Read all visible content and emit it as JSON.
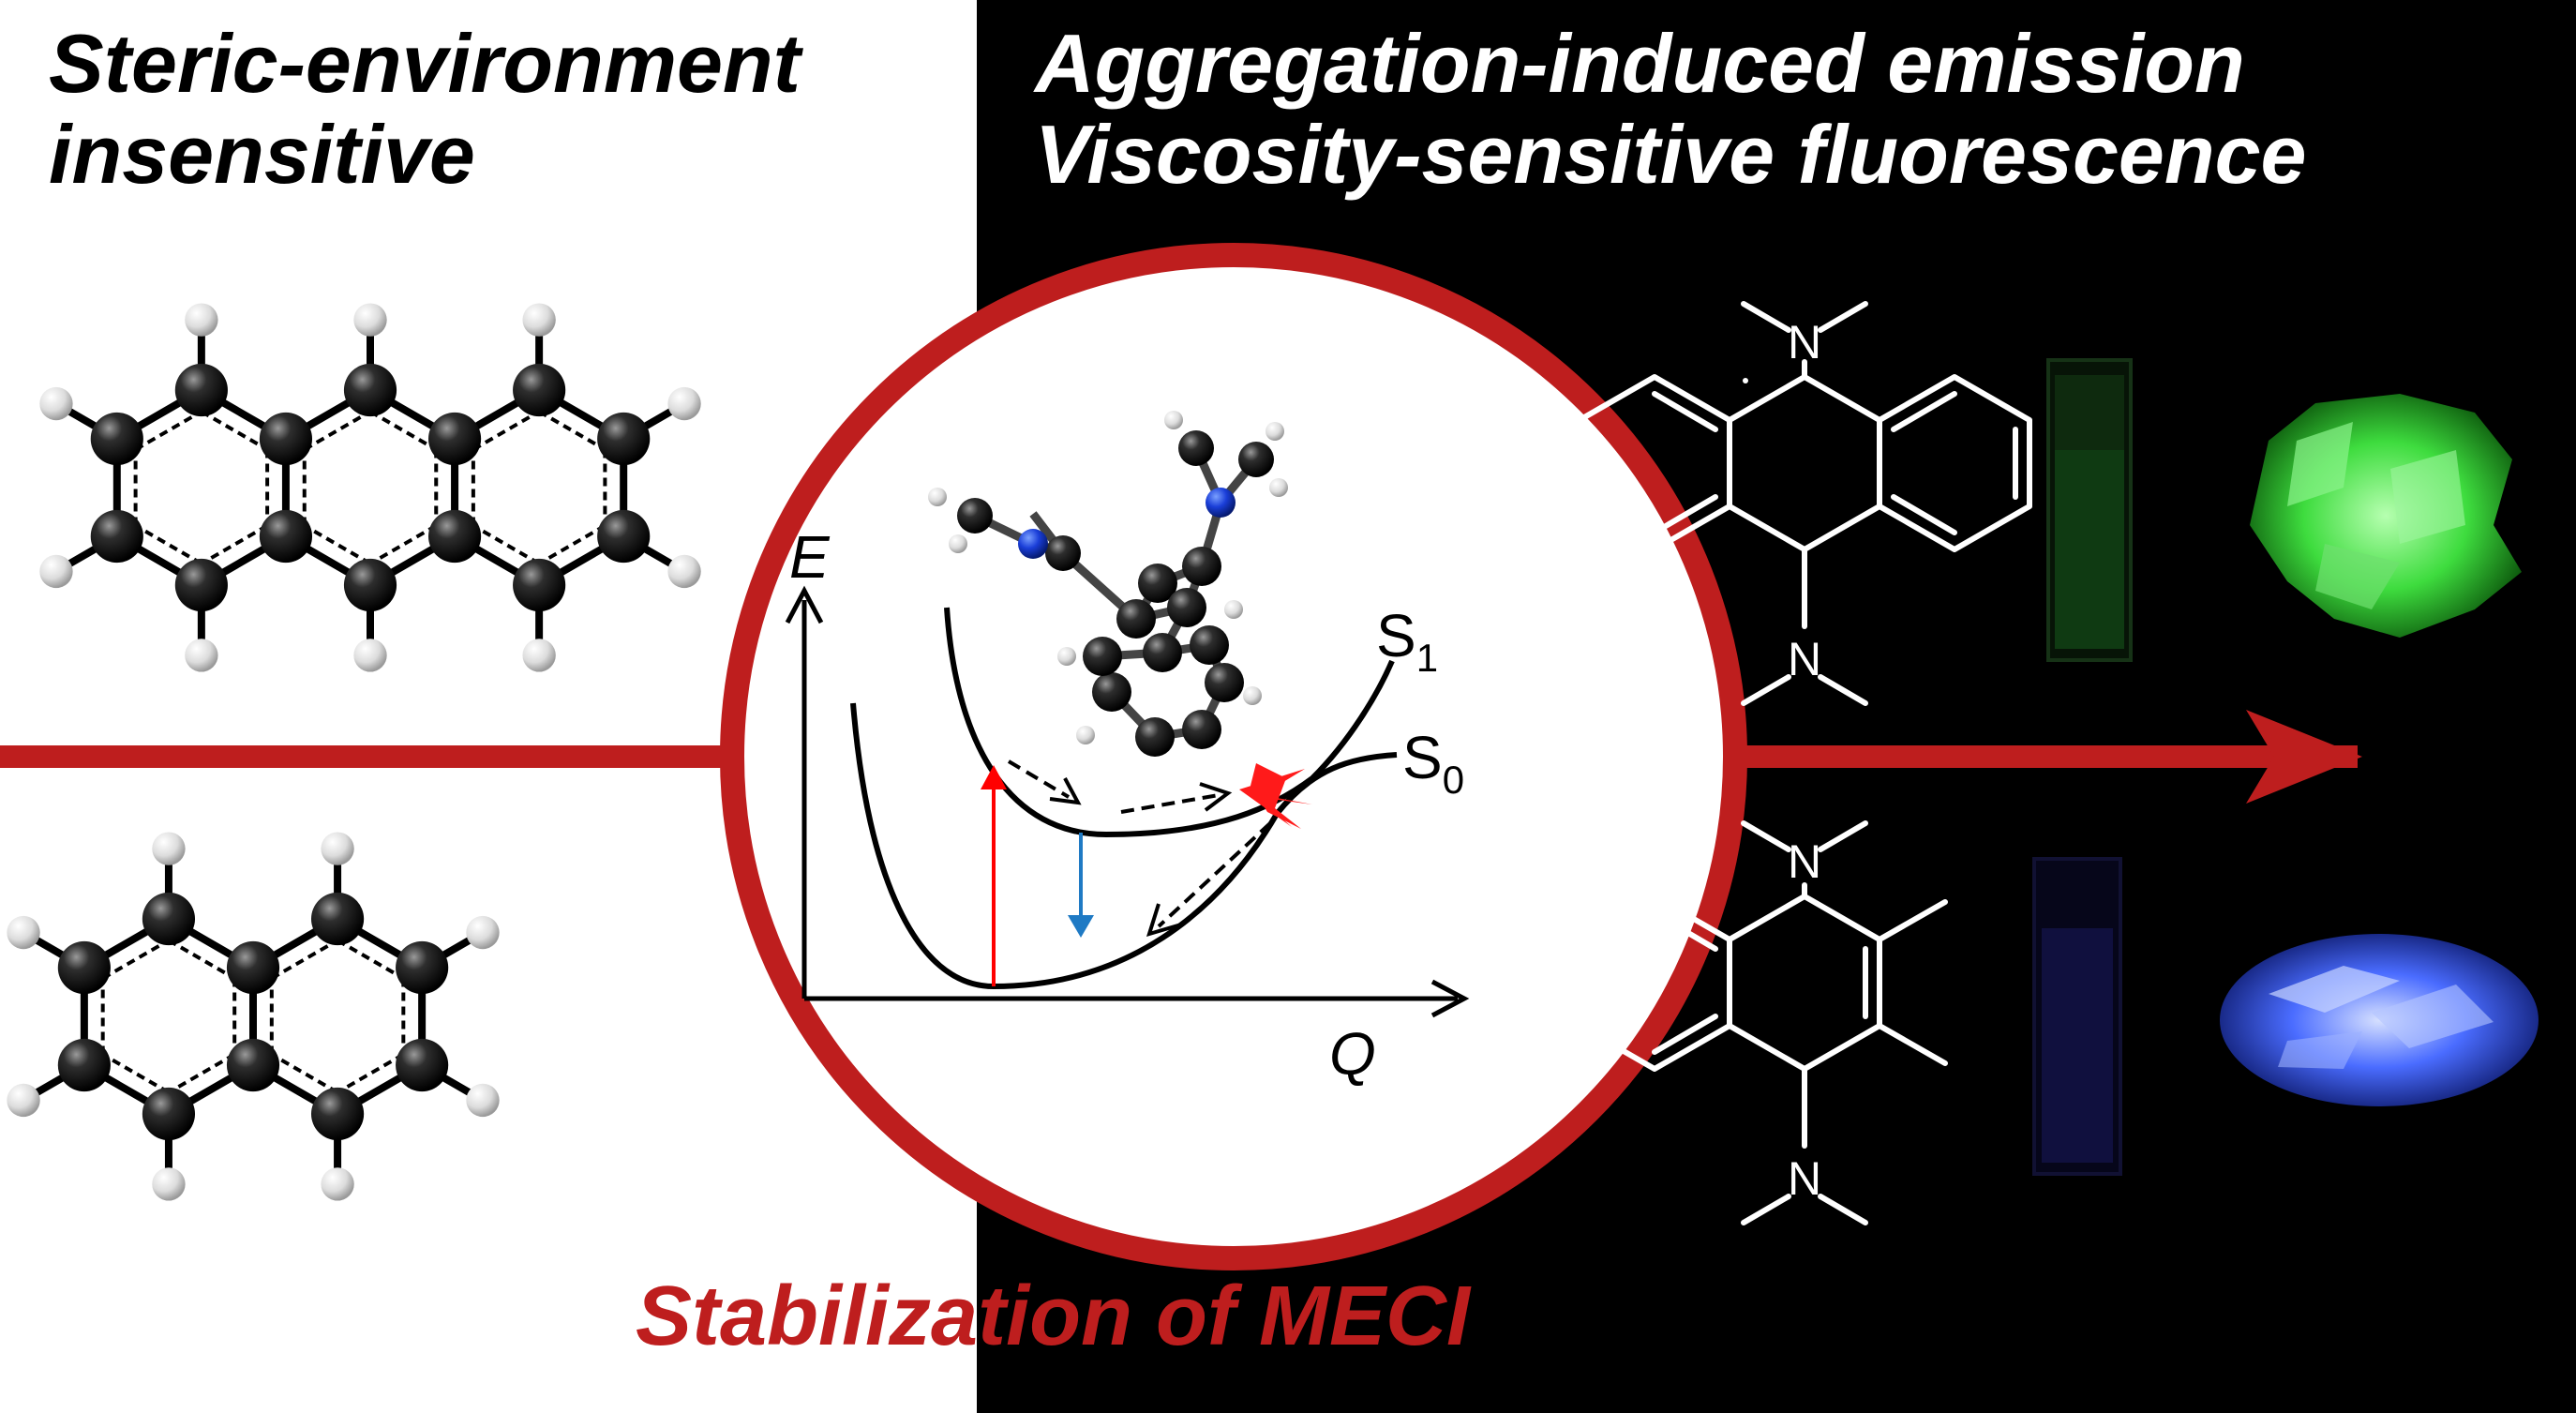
{
  "heading_left": [
    "Steric-environment",
    "insensitive"
  ],
  "heading_right": [
    "Aggregation-induced emission",
    "Viscosity-sensitive fluorescence"
  ],
  "bottom_label": "Stabilization of MECI",
  "energy_diagram": {
    "y_axis": "E",
    "x_axis": "Q",
    "state_upper": {
      "main": "S",
      "sub": "1"
    },
    "state_lower": {
      "main": "S",
      "sub": "0"
    }
  },
  "structure_atom_label": "N",
  "colors": {
    "accent_red": "#be1e1e",
    "absorption": "#ff0000",
    "emission": "#1f7ac4",
    "green_emission": "#3edc3e",
    "blue_emission": "#4a6cff"
  }
}
